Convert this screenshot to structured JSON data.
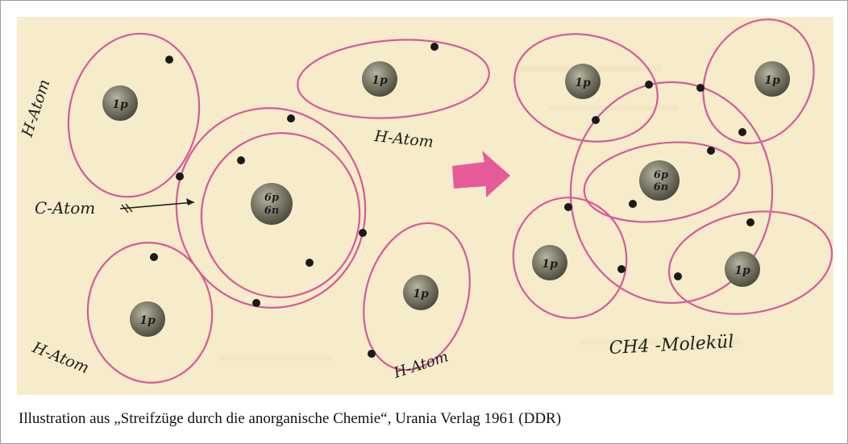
{
  "figure": {
    "labels": {
      "h_atom_top_left": "H-Atom",
      "h_atom_top_center": "H-Atom",
      "c_atom": "C-Atom",
      "h_atom_bottom_left": "H-Atom",
      "h_atom_bottom_center": "H-Atom",
      "molecule": "CH4 -Molekül"
    },
    "nuclei": {
      "hydrogen": "1p",
      "carbon_protons": "6p",
      "carbon_neutrons": "6n"
    },
    "colors": {
      "background": "#f6ecc9",
      "orbit": "#d8589a",
      "arrow": "#e65a9a",
      "electron": "#1a1a1a",
      "nucleus": "#7c7a68"
    }
  },
  "caption": "Illustration aus „Streifzüge durch die anorganische Chemie“, Urania Verlag 1961 (DDR)"
}
